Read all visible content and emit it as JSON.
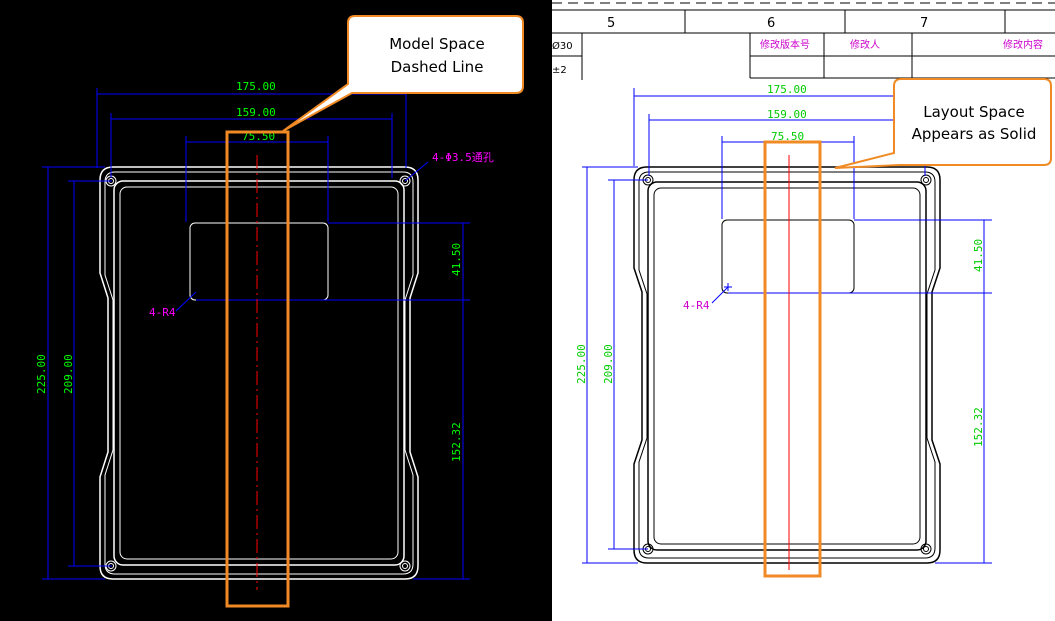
{
  "colors": {
    "model_background": "#000000",
    "layout_background": "#ffffff",
    "dimension_text": "#00ff00",
    "dimension_line": "#0000ff",
    "note_text": "#ff00ff",
    "centerline": "#ff0000",
    "highlight_box": "#f08a24",
    "callout_fill": "#ffffff",
    "callout_border": "#f08a24"
  },
  "model_space": {
    "callout": {
      "line1": "Model Space",
      "line2": "Dashed Line"
    },
    "dims": {
      "width_overall": "175.00",
      "width_inner": "159.00",
      "width_center": "75.50",
      "height_overall": "225.00",
      "height_inner": "209.00",
      "height_window": "41.50",
      "height_lower": "152.32"
    },
    "notes": {
      "holes": "4-Φ3.5通孔",
      "radius": "4-R4"
    }
  },
  "layout_space": {
    "callout": {
      "line1": "Layout Space",
      "line2": "Appears as Solid"
    },
    "title_block": {
      "columns": [
        "5",
        "6",
        "7"
      ],
      "row_left_1": "Ø30",
      "row_left_2": "±2",
      "revision_number": "修改版本号",
      "modified_by": "修改人",
      "modification_content": "修改内容"
    },
    "dims": {
      "width_overall": "175.00",
      "width_inner": "159.00",
      "width_center": "75.50",
      "height_overall": "225.00",
      "height_inner": "209.00",
      "height_window": "41.50",
      "height_lower": "152.32"
    },
    "notes": {
      "radius": "4-R4"
    }
  }
}
